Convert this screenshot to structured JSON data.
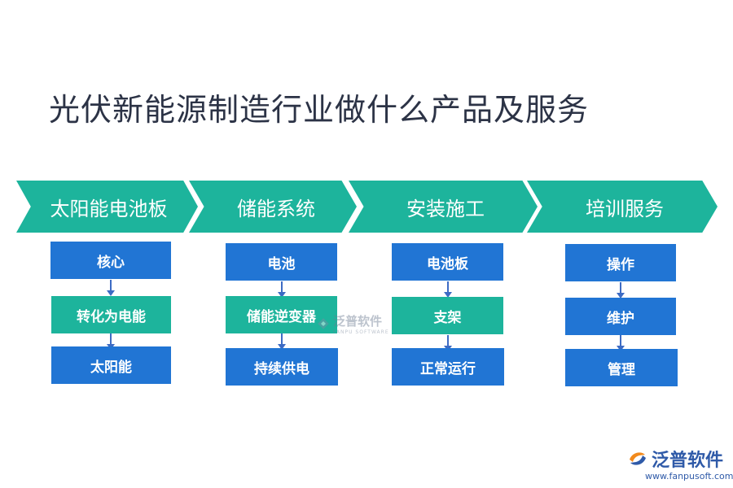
{
  "title": "光伏新能源制造行业做什么产品及服务",
  "columns": [
    {
      "header": "太阳能电池板",
      "steps": [
        "核心",
        "转化为电能",
        "太阳能"
      ]
    },
    {
      "header": "储能系统",
      "steps": [
        "电池",
        "储能逆变器",
        "持续供电"
      ]
    },
    {
      "header": "安装施工",
      "steps": [
        "电池板",
        "支架",
        "正常运行"
      ]
    },
    {
      "header": "培训服务",
      "steps": [
        "操作",
        "维护",
        "管理"
      ]
    }
  ],
  "watermark": {
    "brand": "泛普软件",
    "brand_en": "FANPU SOFTWARE"
  },
  "logo": {
    "brand": "泛普软件",
    "url": "www.fanpusoft.com"
  },
  "colors": {
    "teal": "#1db49c",
    "blue": "#2175d4",
    "arrow": "#3d6bc4",
    "title": "#2c3346",
    "logo": "#2f5aa8"
  },
  "icons": [
    "fanpu-logo-icon"
  ]
}
